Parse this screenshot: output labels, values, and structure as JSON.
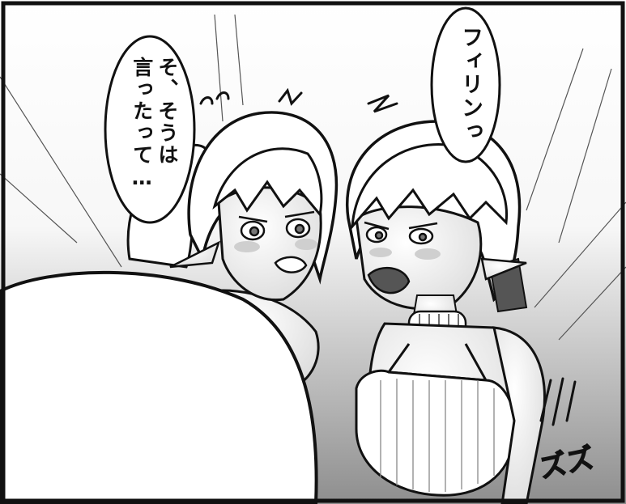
{
  "panel": {
    "bubble_left": {
      "text": "そ、そうは\n言ったって…"
    },
    "bubble_right": {
      "text": "フィリンっ"
    },
    "sfx": {
      "motion_text": "ズズ"
    },
    "colors": {
      "ink": "#111111",
      "paper": "#ffffff",
      "skin": "#f2f2f2",
      "shade": "#9a9a9a",
      "blush": "#c9c9c9"
    }
  }
}
